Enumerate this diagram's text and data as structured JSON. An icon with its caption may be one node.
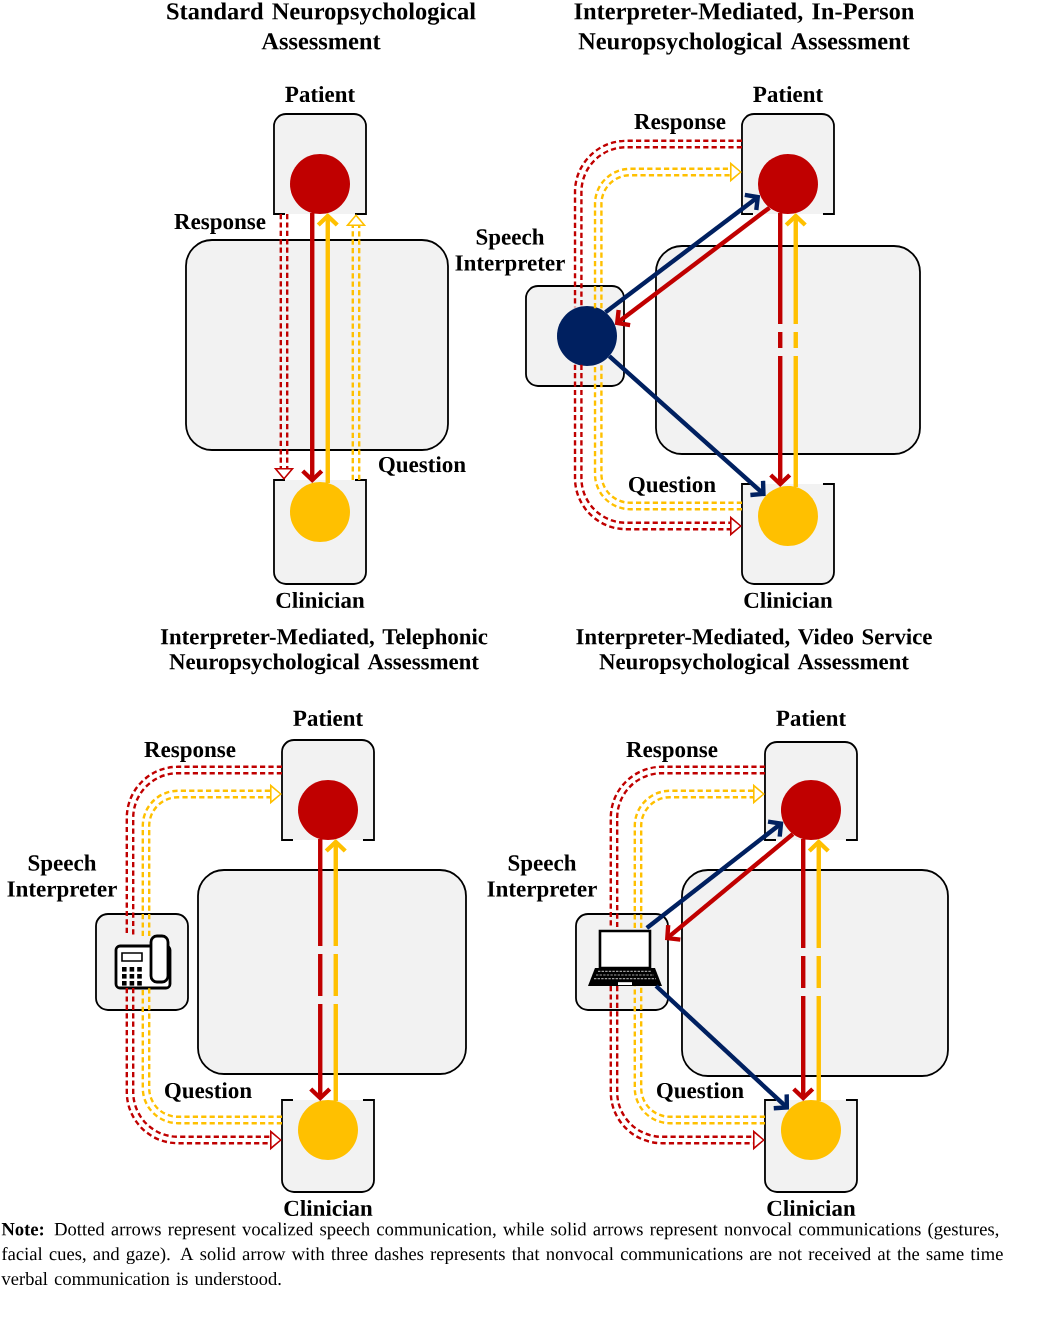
{
  "diagram": {
    "nodes": [
      {
        "text": [
          "Patient"
        ]
      },
      {
        "text": [],
        "shape": "circle",
        "in": 0
      },
      {
        "text": [
          "Clinician"
        ]
      },
      {
        "text": [],
        "shape": "circle",
        "in": 2
      },
      {
        "text": [
          "Patient"
        ]
      },
      {
        "text": [],
        "shape": "circle",
        "in": 4
      },
      {
        "text": [
          "Speech Interpreter"
        ]
      },
      {
        "text": [],
        "shape": "circle",
        "in": 6
      },
      {
        "text": [
          "Clinician"
        ]
      },
      {
        "text": [],
        "shape": "circle",
        "in": 8
      },
      {
        "text": [
          "Patient"
        ]
      },
      {
        "text": [],
        "shape": "circle",
        "in": 10
      },
      {
        "text": [
          "Speech Interpreter"
        ]
      },
      {
        "text": [],
        "shape": "picture",
        "in": 12
      },
      {
        "text": [
          "Clinician"
        ]
      },
      {
        "text": [],
        "shape": "circle",
        "in": 14
      },
      {
        "text": [
          "Patient"
        ]
      },
      {
        "text": [],
        "shape": "circle",
        "in": 16
      },
      {
        "text": [
          "Speech Interpreter"
        ]
      },
      {
        "text": [],
        "shape": "picture",
        "in": 18
      },
      {
        "text": [
          "Clinician"
        ]
      },
      {
        "text": [],
        "shape": "circle",
        "in": 20
      }
    ],
    "edges": [
      {
        "from": 1,
        "to": 3,
        "arrow": "to"
      },
      {
        "from": 3,
        "to": 1,
        "arrow": "to",
        "color": "#ffc000"
      },
      {
        "from": 0,
        "to": 2,
        "arrow": "to",
        "label": "Response",
        "style": "dashed"
      },
      {
        "from": 2,
        "to": 0,
        "arrow": "to",
        "label": "Question",
        "style": "dashed",
        "color": "#ffc000"
      },
      {
        "from": 7,
        "to": 5,
        "arrow": "to",
        "color": "#002060"
      },
      {
        "from": 5,
        "to": 7,
        "arrow": "to"
      },
      {
        "from": 7,
        "to": 9,
        "arrow": "to",
        "color": "#002060"
      },
      {
        "from": 5,
        "to": 9,
        "arrow": "to",
        "style": "dashed"
      },
      {
        "from": 9,
        "to": 5,
        "arrow": "to",
        "style": "dashed",
        "color": "#ffc000"
      },
      {
        "from": 4,
        "to": 7,
        "arrow": "none",
        "label": "Response",
        "style": "dashed"
      },
      {
        "from": 7,
        "to": 8,
        "arrow": "to",
        "style": "dashed"
      },
      {
        "from": 8,
        "to": 7,
        "arrow": "none",
        "label": "Question",
        "style": "dashed",
        "color": "#ffc000"
      },
      {
        "from": 7,
        "to": 4,
        "arrow": "to",
        "style": "dashed",
        "color": "#ffc000"
      },
      {
        "from": 11,
        "to": 15,
        "arrow": "to",
        "style": "dashed"
      },
      {
        "from": 15,
        "to": 11,
        "arrow": "to",
        "style": "dashed",
        "color": "#ffc000"
      },
      {
        "from": 10,
        "to": 13,
        "arrow": "none",
        "label": "Response",
        "style": "dashed"
      },
      {
        "from": 13,
        "to": 14,
        "arrow": "to",
        "style": "dashed"
      },
      {
        "from": 14,
        "to": 13,
        "arrow": "none",
        "label": "Question",
        "style": "dashed",
        "color": "#ffc000"
      },
      {
        "from": 13,
        "to": 10,
        "arrow": "to",
        "style": "dashed",
        "color": "#ffc000"
      },
      {
        "from": 19,
        "to": 17,
        "arrow": "to",
        "color": "#002060"
      },
      {
        "from": 17,
        "to": 19,
        "arrow": "to"
      },
      {
        "from": 19,
        "to": 21,
        "arrow": "to",
        "color": "#002060"
      },
      {
        "from": 17,
        "to": 21,
        "arrow": "to",
        "style": "dashed"
      },
      {
        "from": 21,
        "to": 17,
        "arrow": "to",
        "style": "dashed",
        "color": "#ffc000"
      },
      {
        "from": 16,
        "to": 19,
        "arrow": "none",
        "label": "Response",
        "style": "dashed"
      },
      {
        "from": 19,
        "to": 20,
        "arrow": "to",
        "style": "dashed"
      },
      {
        "from": 20,
        "to": 19,
        "arrow": "none",
        "label": "Question",
        "style": "dashed",
        "color": "#ffc000"
      },
      {
        "from": 19,
        "to": 16,
        "arrow": "to",
        "style": "dashed",
        "color": "#ffc000"
      }
    ],
    "labels": [
      "Standard Neuropsychological Assessment",
      "Interpreter-Mediated, In-Person Neuropsychological Assessment",
      "Interpreter-Mediated, Telephonic Neuropsychological Assessment",
      "Interpreter-Mediated, Video Service Neuropsychological Assessment"
    ],
    "caption": "**Note:** Dotted arrows represent vocalized speech communication, while solid arrows represent nonvocal communications (gestures, facial cues, and gaze). A solid arrow with three dashes represents that nonvocal communications are not received at the same time verbal communication is understood."
  }
}
